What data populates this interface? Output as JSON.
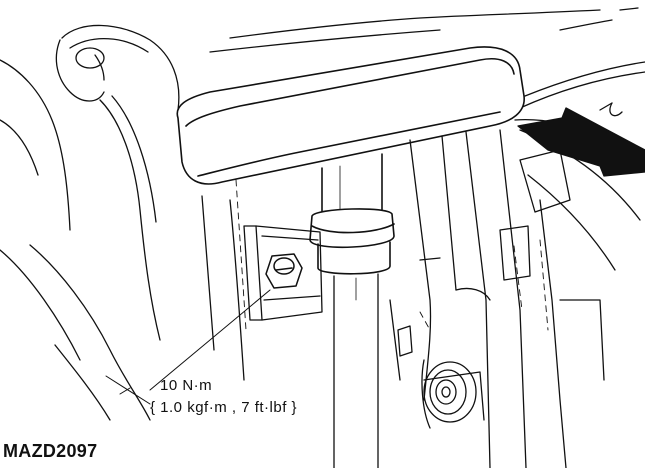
{
  "figure": {
    "code": "MAZD2097",
    "torque_value": "10 N·m",
    "torque_alt": "{ 1.0 kgf·m , 7 ft·lbf }"
  },
  "icons": {
    "tool": "t-handle-tool-icon",
    "bolt": "bolt-icon",
    "pointer": "direction-arrow-icon"
  },
  "colors": {
    "line": "#111111",
    "background": "#ffffff"
  }
}
